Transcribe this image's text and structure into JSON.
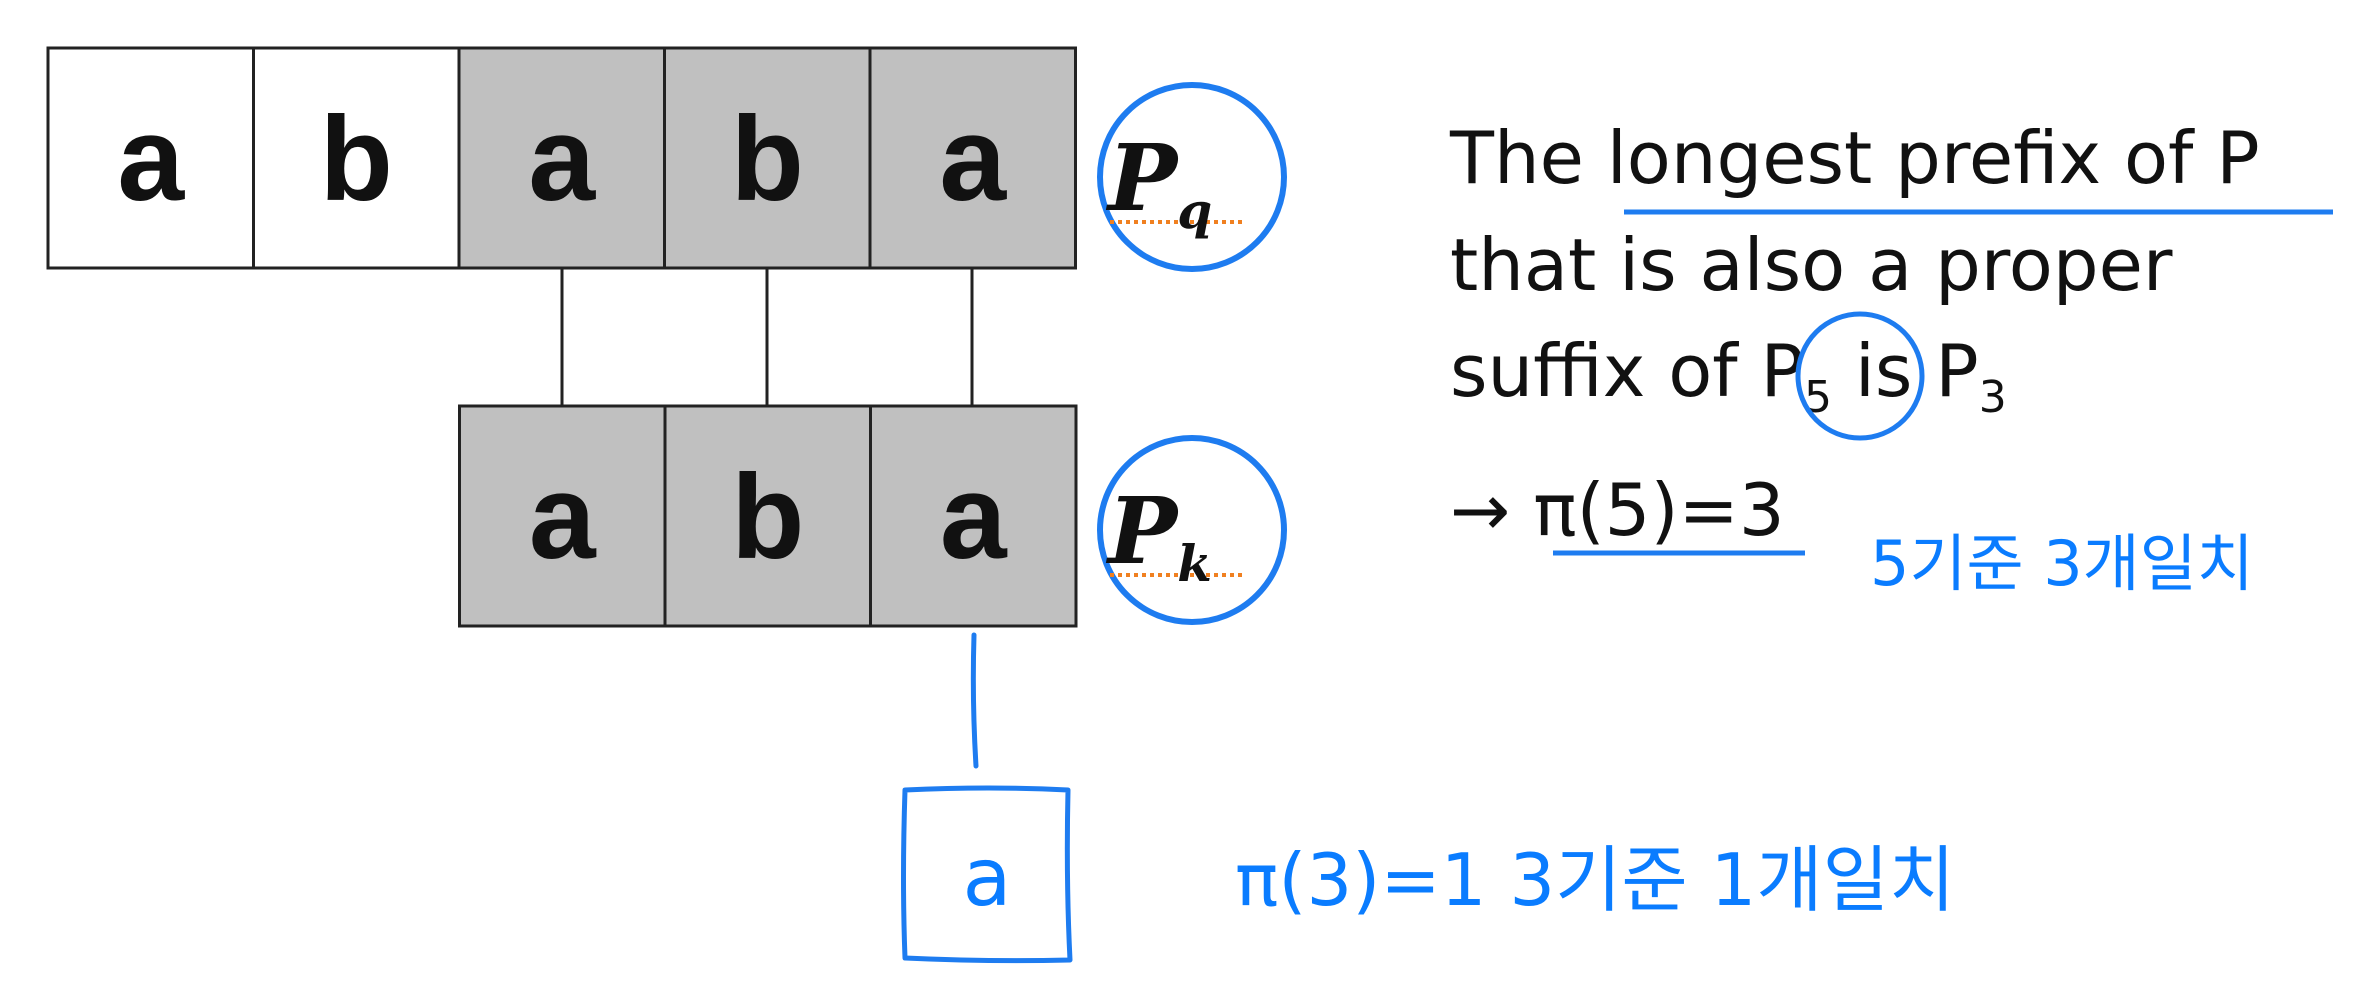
{
  "pattern_top": [
    "a",
    "b",
    "a",
    "b",
    "a"
  ],
  "pattern_top_highlighted": [
    false,
    false,
    true,
    true,
    true
  ],
  "pattern_bottom": [
    "a",
    "b",
    "a"
  ],
  "labels": {
    "pq_main": "P",
    "pq_sub": "q",
    "pk_main": "P",
    "pk_sub": "k"
  },
  "explanation": {
    "line1_prefix": "The ",
    "line1_underlined": "longest prefix of P",
    "line2": "that is also a proper",
    "line3_a": "suffix of ",
    "p5_main": "P",
    "p5_sub": "5",
    "line3_b": " is P",
    "line3_sub": "3",
    "result_arrow": "→ ",
    "result": "π(5)=3"
  },
  "handwriting": {
    "note1": "5기준 3개일치",
    "box_letter": "a",
    "note2": "π(3)=1  3기준 1개일치"
  },
  "colors": {
    "shaded": "#c0c0c0",
    "annotation": "#1e7cf0",
    "underline_dotted": "#f08020"
  }
}
